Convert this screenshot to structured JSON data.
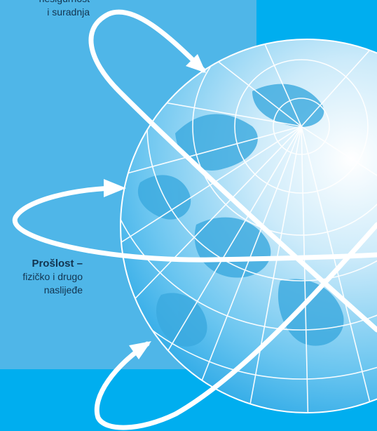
{
  "captions": {
    "top": {
      "line1": "nesigurnost",
      "line2": "i suradnja"
    },
    "past": {
      "heading": "Prošlost –",
      "line1": "fizičko i drugo",
      "line2": "naslijeđe"
    }
  },
  "icons": [
    "globe-icon"
  ],
  "colors": {
    "background": "#00aeef",
    "panel": "#4fb6e8",
    "text": "#123450",
    "orbit": "#ffffff"
  }
}
